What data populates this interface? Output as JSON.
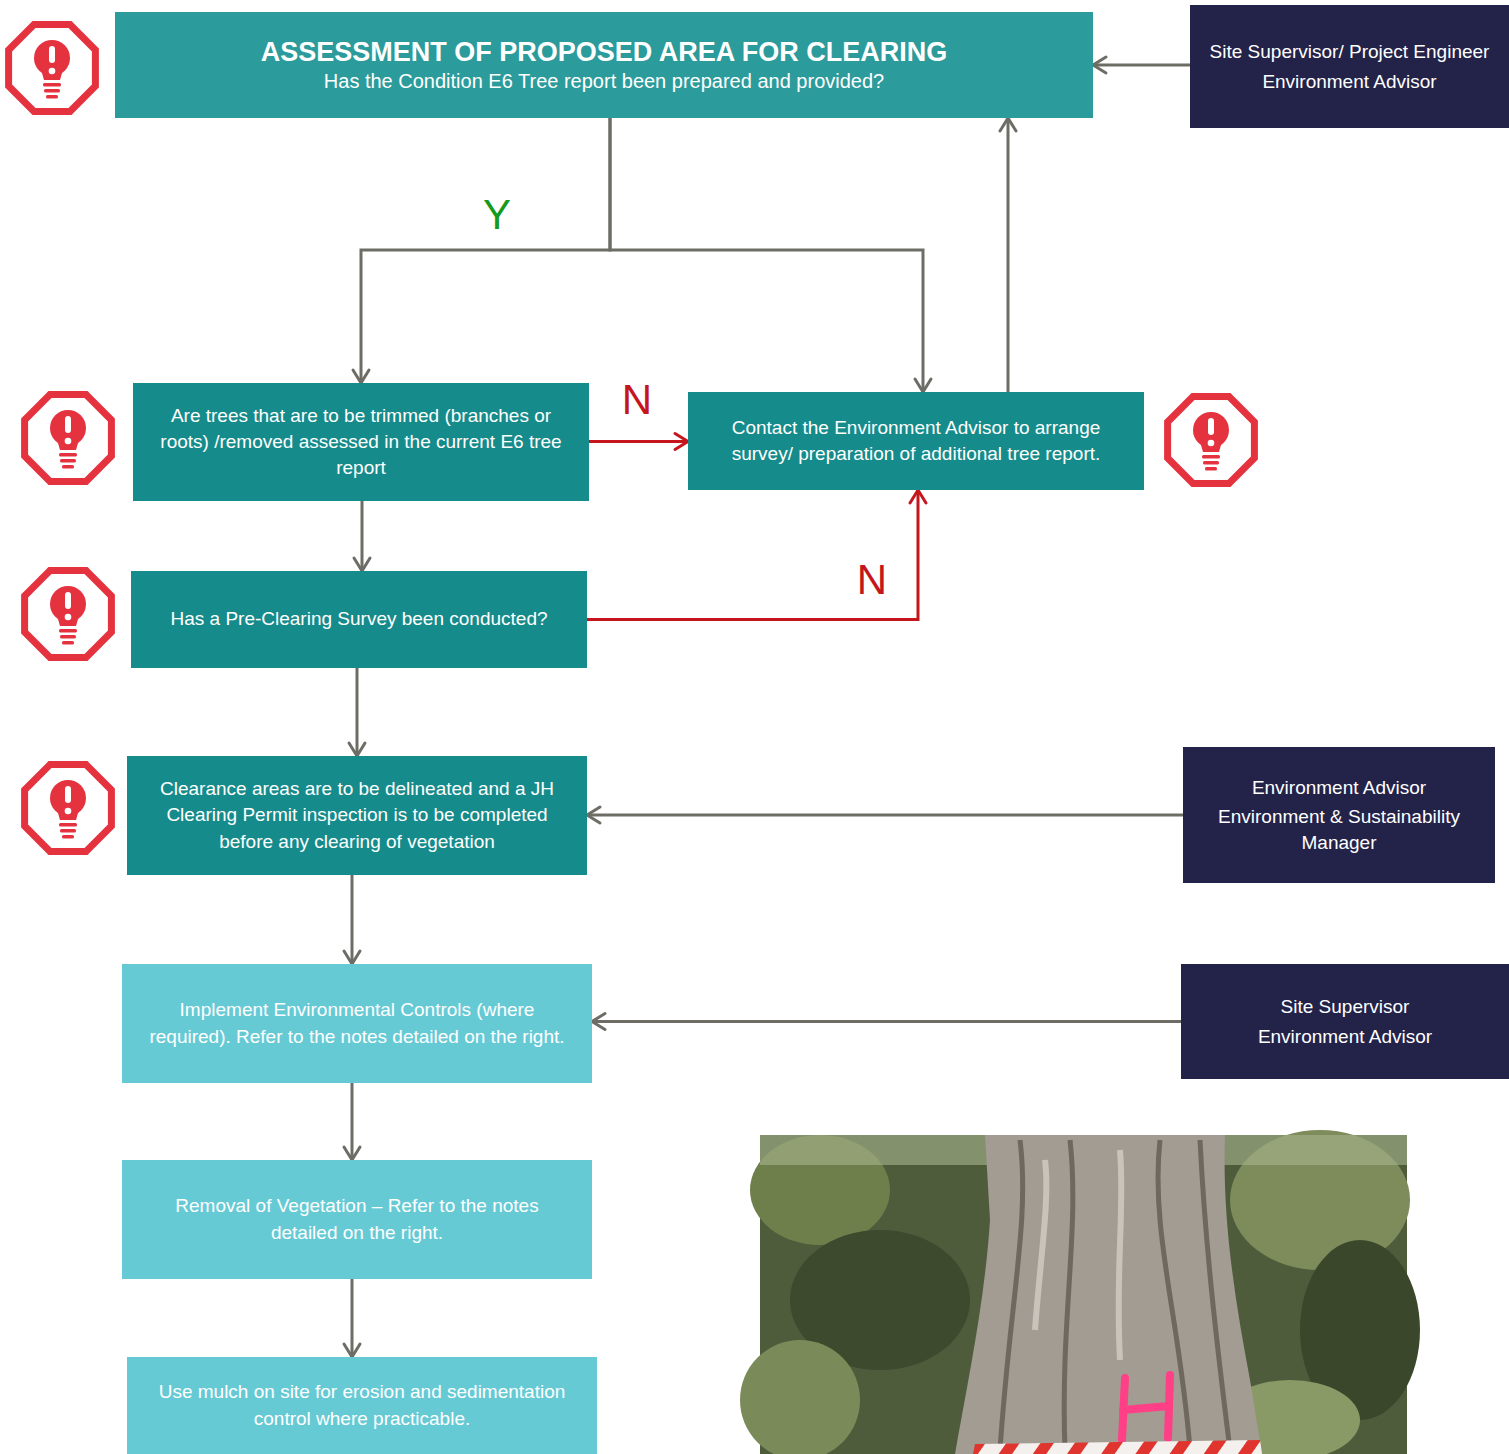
{
  "diagram": {
    "nodes": [
      {
        "text": [
          "ASSESSMENT OF PROPOSED AREA FOR CLEARING",
          "Has the Condition E6 Tree report been prepared and provided?"
        ]
      },
      {
        "text": [
          "Site Supervisor/ Project Engineer",
          "Environment Advisor"
        ]
      },
      {
        "text": [
          "Are trees that are to be trimmed (branches or roots) /removed assessed in the current E6 tree report"
        ]
      },
      {
        "text": [
          "Contact the Environment Advisor to arrange survey/ preparation of additional tree report."
        ]
      },
      {
        "text": [
          "Has a Pre-Clearing Survey been conducted?"
        ]
      },
      {
        "text": [
          "Clearance areas are to be delineated and a JH Clearing Permit inspection is to be completed before any clearing of vegetation"
        ]
      },
      {
        "text": [
          "Environment Advisor",
          "Environment & Sustainability Manager"
        ]
      },
      {
        "text": [
          "Implement Environmental Controls (where required). Refer to the notes detailed on the right."
        ]
      },
      {
        "text": [
          "Site Supervisor",
          "Environment Advisor"
        ]
      },
      {
        "text": [
          "Removal of Vegetation – Refer to the notes detailed on the right."
        ]
      },
      {
        "text": [
          "Use mulch on site for erosion and sedimentation control where practicable."
        ]
      }
    ],
    "edges": [
      {
        "from": 1,
        "to": 0,
        "arrow": "to"
      },
      {
        "from": 0,
        "to": 2,
        "label": "Y",
        "arrow": "to"
      },
      {
        "from": 0,
        "to": 3,
        "arrow": "to"
      },
      {
        "from": 2,
        "to": 3,
        "label": "N",
        "arrow": "to"
      },
      {
        "from": 2,
        "to": 4,
        "arrow": "to"
      },
      {
        "from": 4,
        "to": 3,
        "label": "N",
        "arrow": "to"
      },
      {
        "from": 3,
        "to": 0,
        "arrow": "to"
      },
      {
        "from": 4,
        "to": 5,
        "arrow": "to"
      },
      {
        "from": 6,
        "to": 5,
        "arrow": "to"
      },
      {
        "from": 5,
        "to": 7,
        "arrow": "to"
      },
      {
        "from": 8,
        "to": 7,
        "arrow": "to"
      },
      {
        "from": 7,
        "to": 9,
        "arrow": "to"
      },
      {
        "from": 9,
        "to": 10,
        "arrow": "to"
      }
    ]
  }
}
